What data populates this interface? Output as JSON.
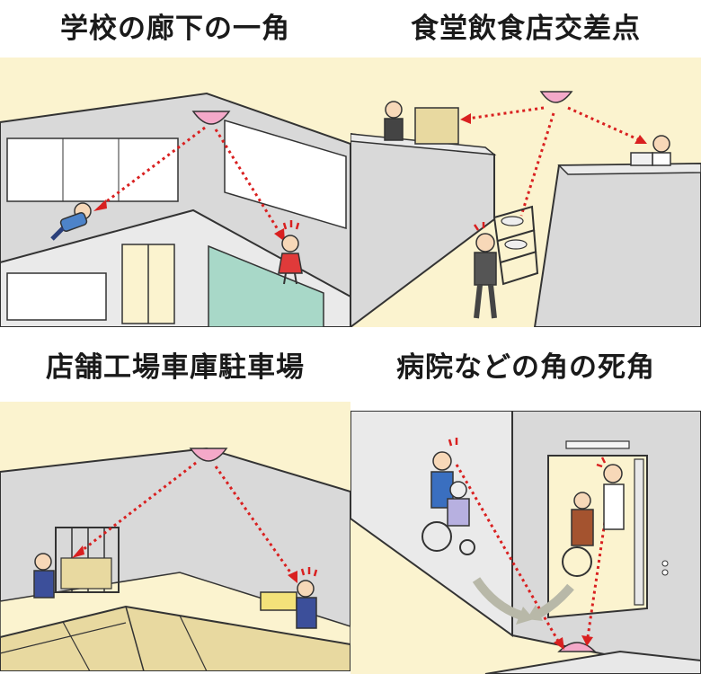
{
  "panels": [
    {
      "title": "学校の廊下の一角"
    },
    {
      "title": "食堂飲食店交差点"
    },
    {
      "title": "店舗工場車庫駐車場"
    },
    {
      "title": "病院などの角の死角"
    }
  ],
  "colors": {
    "ceiling": "#fbf3cf",
    "wall": "#d9d9d9",
    "floor": "#fbf3cf",
    "window": "#ffffff",
    "outline": "#333333",
    "mirror": "#f4a9c9",
    "sightline": "#d92020",
    "box": "#e8d9a0",
    "board": "#a8d8c8",
    "arrow": "#b8b8a8"
  },
  "icons": [
    "convex-mirror-icon",
    "sightline-arrow-icon",
    "alert-mark-icon",
    "movement-arrow-icon"
  ]
}
